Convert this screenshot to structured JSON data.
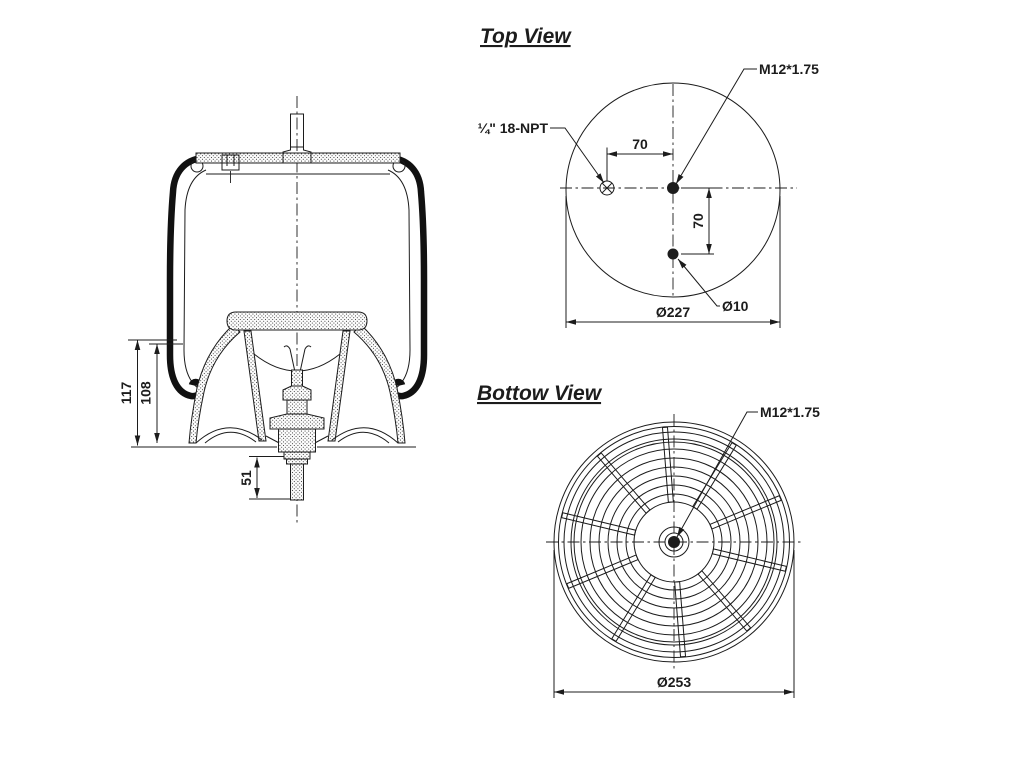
{
  "drawing": {
    "background_color": "#ffffff",
    "line_color": "#1c1c1c",
    "description": "Air spring suspension component technical drawing with side section, top and bottom views"
  },
  "side_view": {
    "dim_total_height": "117",
    "dim_piston_height": "108",
    "dim_stud_length": "51"
  },
  "top_view": {
    "title": "Top View",
    "thread_label": "M12*1.75",
    "port_label": "¼\" 18-NPT",
    "hole_label": "Ø10",
    "diameter_label": "Ø227",
    "offset_h": "70",
    "offset_v": "70"
  },
  "bottom_view": {
    "title": "Bottow View",
    "thread_label": "M12*1.75",
    "diameter_label": "Ø253"
  }
}
